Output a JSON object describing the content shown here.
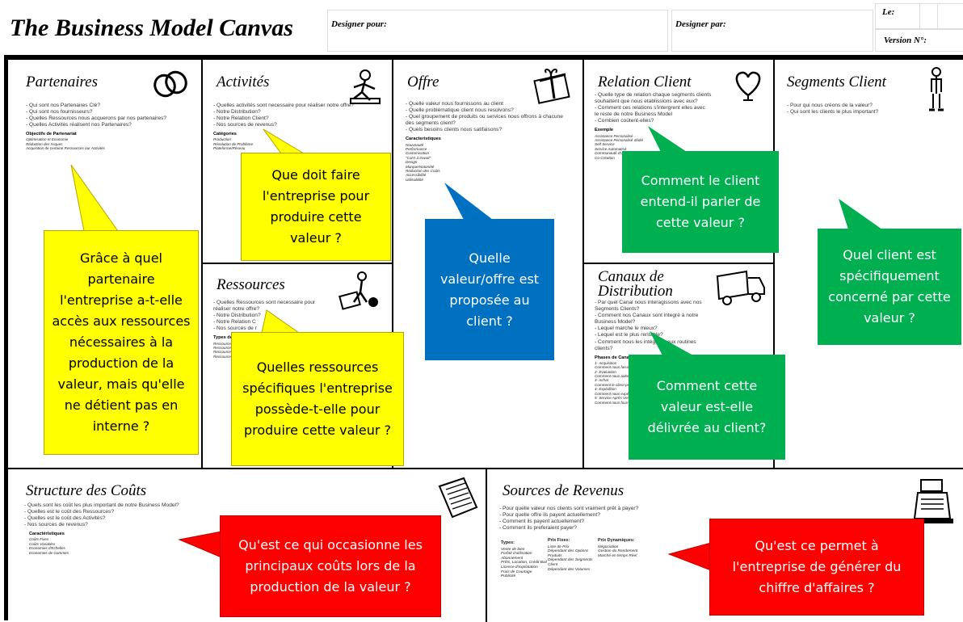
{
  "header": {
    "title": "The Business Model Canvas",
    "designer_pour": "Designer pour:",
    "designer_par": "Designer par:",
    "le": "Le:",
    "version": "Version N°:"
  },
  "blocks": {
    "partenaires": {
      "title": "Partenaires",
      "questions": "- Qui sont nos Partenaires Clé?\n- Qui sont nos fournisseurs?\n- Quelles Ressources nous acquerons par nos partenaires?\n- Quelles Activités réalisent nos Partenaires?",
      "sub": "Objectifs de Partenariat",
      "items": "Optimisation et Economie\nRéduction des risques\nAcquisition de certaine Ressources our Activités"
    },
    "activites": {
      "title": "Activités",
      "questions": "- Quelles activités sont necessaire pour réaliser notre offre?\n- Notre Distribution?\n- Notre Relation Client?\n- Nos sources de revenus?",
      "sub": "Catégories",
      "items": "Production\nRésolution de Problème\nPlateforme/Réseau"
    },
    "ressources": {
      "title": "Ressources",
      "questions": "- Quelles Ressources sont necessaire pour\nréaliser notre offre?\n- Notre Distribution?\n- Notre Relation C\n- Nos sources de r",
      "sub": "Types de Ressources",
      "items": "Ressources Physiques\nRessources\nRessources\nRessources"
    },
    "offre": {
      "title": "Offre",
      "questions": "- Quelle valeur nous fournissons au client\n- Quelle problématique client nous resolvons?\n- Quel groupement de produits ou services nous offrons à chacune\ndes segments client?\n- Quels besoins clients nous satifaisons?",
      "sub": "Caracteristiques",
      "items": "Nouveauté\nPerformance\nCustomisation\n\"Can't à travail\"\nDesign\nMarque/Notoriété\nRéduction des Coûts\nAccessibilité\nUtilisabilité"
    },
    "relation": {
      "title": "Relation Client",
      "questions": "- Quelle type de relation chaque segments clients\nsouhaitent que nous etablissions avec eux?\n- Comment ces relations s'intergrent elles avec\nle reste de notre Business Model\n- Combien coûtent-elles?",
      "sub": "Exemple",
      "items": "Assistance Personalisé\nAssistance Personalisé dédié\nSelf Service\nService Automatisé\nCommunauté d'utilisateurs\nCo-Création"
    },
    "canaux": {
      "title_line1": "Canaux de",
      "title_line2": "Distribution",
      "questions": "- Par quel Canal nous interagissons avec nos\nSegments Clients?\n- Comment nos Canaux sont integré à notre\nBusiness Model?\n- Lequel marche le mieux?\n- Lequel est le plus rentable?\n- Comment nous les intégrons aux routines\nclients?",
      "sub": "Phases de Canal",
      "items": "1- Acquisition\nComment nous faisons connaître\n2- Evaluation\nComment nous aidons le client\n3- Achat\nComment le client peut acheter\n4- Expédition\nComment nous expédions\n5- Service Après Vente\nComment nous fournissons"
    },
    "segments": {
      "title": "Segments Client",
      "questions": "- Pour qui nous créons de la valeur?\n- Qui sont les clients le plus important?"
    },
    "couts": {
      "title": "Structure des Coûts",
      "questions": "- Quels sont les coût les plus important de notre Business Model?\n- Quelles est le coût des Ressources?\n- Quelles est le coût des Activités?\n- Nos sources de revenus?",
      "sub": "Caractéristiques",
      "items": "Coûts Fixes\nCoûts Variables\nEconomies d'Echelles\nEconomies de Gammes"
    },
    "revenus": {
      "title": "Sources de Revenus",
      "questions": "- Pour quelle valeur nos clients sont vraiment prêt à payer?\n- Pour quelle offre ils payent actuellement?\n- Comment ils payent actuellement?\n- Comment ils preferaient payer?",
      "col1_title": "Types:",
      "col1": "Vente de bien\nForfait d'utilisation\nAbonnement\nPrêts, Location, Crédit Bail\nLicence d'exploitation\nFrais de Courtage\nPublicité",
      "col2_title": "Prix Fixes:",
      "col2": "Liste de Prix\nDépendant des Options Produits\nDépendant des Segments Client\nDépendant des Volumes",
      "col3_title": "Prix Dynamiques:",
      "col3": "Négociation\nGestion du Rendement\nMarché en temps Réel"
    }
  },
  "callouts": {
    "partenaires": "Grâce à quel partenaire l'entreprise a-t-elle accès aux ressources nécessaires à la production de la valeur, mais qu'elle ne détient pas en interne ?",
    "activites": "Que doit faire l'entreprise pour produire cette valeur ?",
    "ressources": "Quelles ressources spécifiques l'entreprise possède-t-elle pour produire cette valeur ?",
    "offre": "Quelle valeur/offre est proposée au client ?",
    "relation": "Comment le client entend-il parler de cette valeur ?",
    "canaux": "Comment cette valeur est-elle délivrée au client?",
    "segments": "Quel client est spécifiquement concerné par cette valeur ?",
    "couts": "Qu'est ce qui occasionne les principaux coûts lors de la production de la valeur ?",
    "revenus": "Qu'est ce permet à l'entreprise de générer du chiffre d'affaires ?"
  },
  "colors": {
    "yellow": "#ffff00",
    "blue": "#0070c0",
    "green": "#00b050",
    "red": "#ff0000"
  },
  "icons": [
    "chain-link-icon",
    "worker-icon",
    "gift-box-icon",
    "heart-icon",
    "standing-person-icon",
    "machine-operator-icon",
    "delivery-truck-icon",
    "price-tag-icon",
    "cash-register-icon"
  ]
}
